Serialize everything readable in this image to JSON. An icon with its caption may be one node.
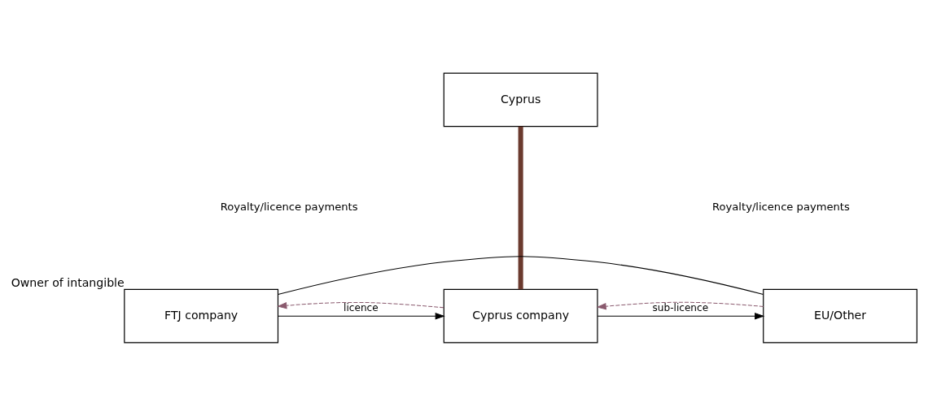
{
  "diagram": {
    "nodes": [
      {
        "text": [
          "Cyprus"
        ]
      },
      {
        "text": [
          "FTJ company"
        ],
        "beside": [
          "Owner of intangible"
        ]
      },
      {
        "text": [
          "Cyprus company"
        ]
      },
      {
        "text": [
          "EU/Other"
        ]
      }
    ],
    "edges": [
      {
        "from": 0,
        "to": 2,
        "arrow": "none",
        "style": "thick",
        "color": "#6b3a2e"
      },
      {
        "from": 1,
        "to": 3,
        "arrow": "none"
      },
      {
        "from": 2,
        "to": 1,
        "arrow": "to",
        "style": "dashed",
        "color": "#8a5a6e"
      },
      {
        "from": 1,
        "to": 2,
        "arrow": "to",
        "label": "licence"
      },
      {
        "from": 3,
        "to": 2,
        "arrow": "to",
        "style": "dashed",
        "color": "#8a5a6e"
      },
      {
        "from": 2,
        "to": 3,
        "arrow": "to",
        "label": "sub-licence"
      }
    ],
    "labels": [
      "Royalty/licence payments",
      "Royalty/licence payments"
    ]
  }
}
